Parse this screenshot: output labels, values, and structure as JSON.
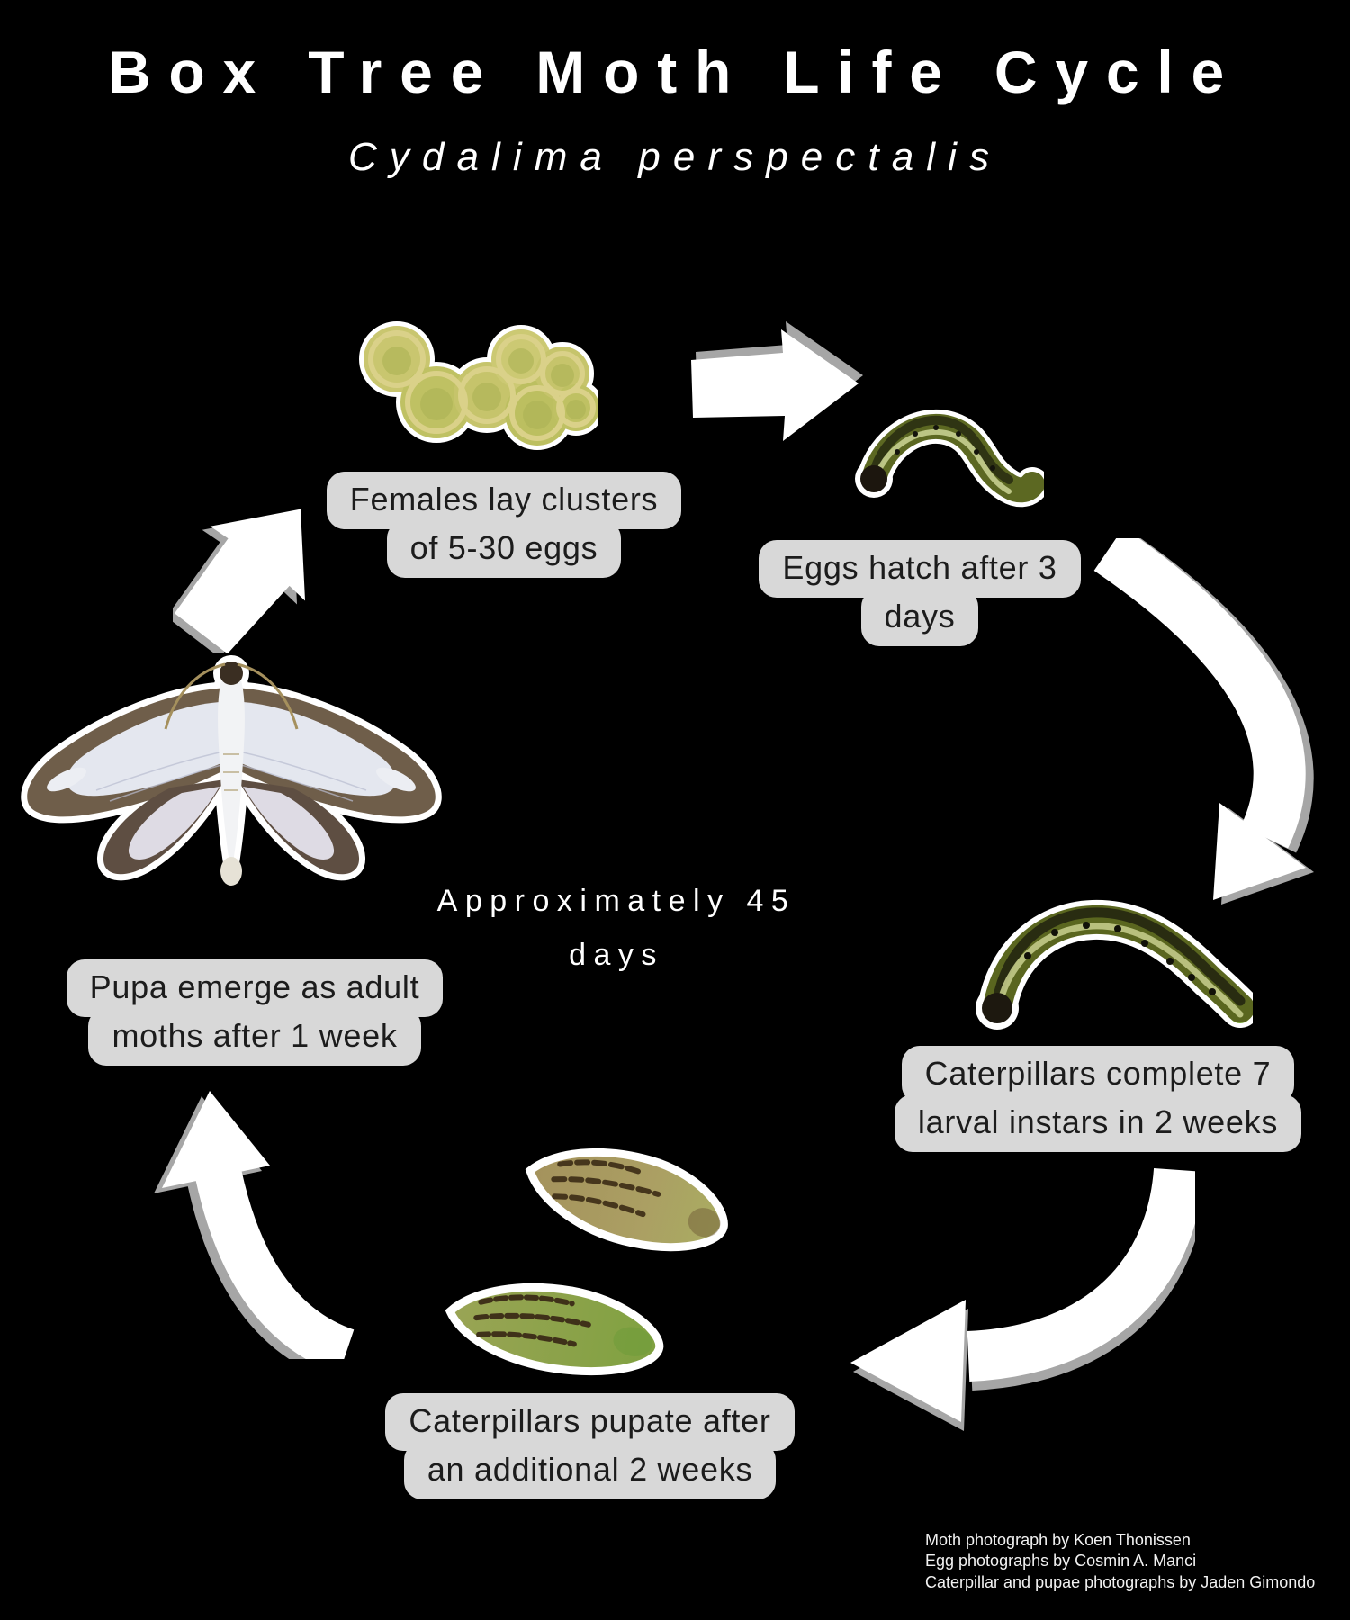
{
  "title": "Box Tree Moth Life Cycle",
  "subtitle": "Cydalima perspectalis",
  "center_label": {
    "line1": "Approximately 45",
    "line2": "days"
  },
  "stages": [
    {
      "name": "eggs",
      "image": "egg-cluster-photo",
      "caption": [
        "Females lay clusters",
        "of 5-30 eggs"
      ]
    },
    {
      "name": "hatchling",
      "image": "young-caterpillar-photo",
      "caption": [
        "Eggs hatch after 3",
        "days"
      ]
    },
    {
      "name": "caterpillar",
      "image": "mature-caterpillar-photo",
      "caption": [
        "Caterpillars complete 7",
        "larval instars in 2 weeks"
      ]
    },
    {
      "name": "pupa",
      "image": "pupae-photo",
      "caption": [
        "Caterpillars pupate after",
        "an additional 2 weeks"
      ]
    },
    {
      "name": "adult-moth",
      "image": "adult-moth-photo",
      "caption": [
        "Pupa emerge as adult",
        "moths after 1 week"
      ]
    }
  ],
  "arrows": [
    "eggs-to-hatchling",
    "hatchling-to-caterpillar",
    "caterpillar-to-pupa",
    "pupa-to-adult",
    "adult-to-eggs"
  ],
  "credits": [
    "Moth photograph by  Koen Thonissen",
    "Egg photographs by Cosmin A. Manci",
    "Caterpillar and pupae photographs by Jaden Gimondo"
  ],
  "colors": {
    "background": "#000000",
    "caption_bg": "#d8d8d8",
    "caption_text": "#1c1c1c",
    "text": "#ffffff",
    "arrow": "#ffffff",
    "arrow_shadow": "#a6a6a6"
  }
}
